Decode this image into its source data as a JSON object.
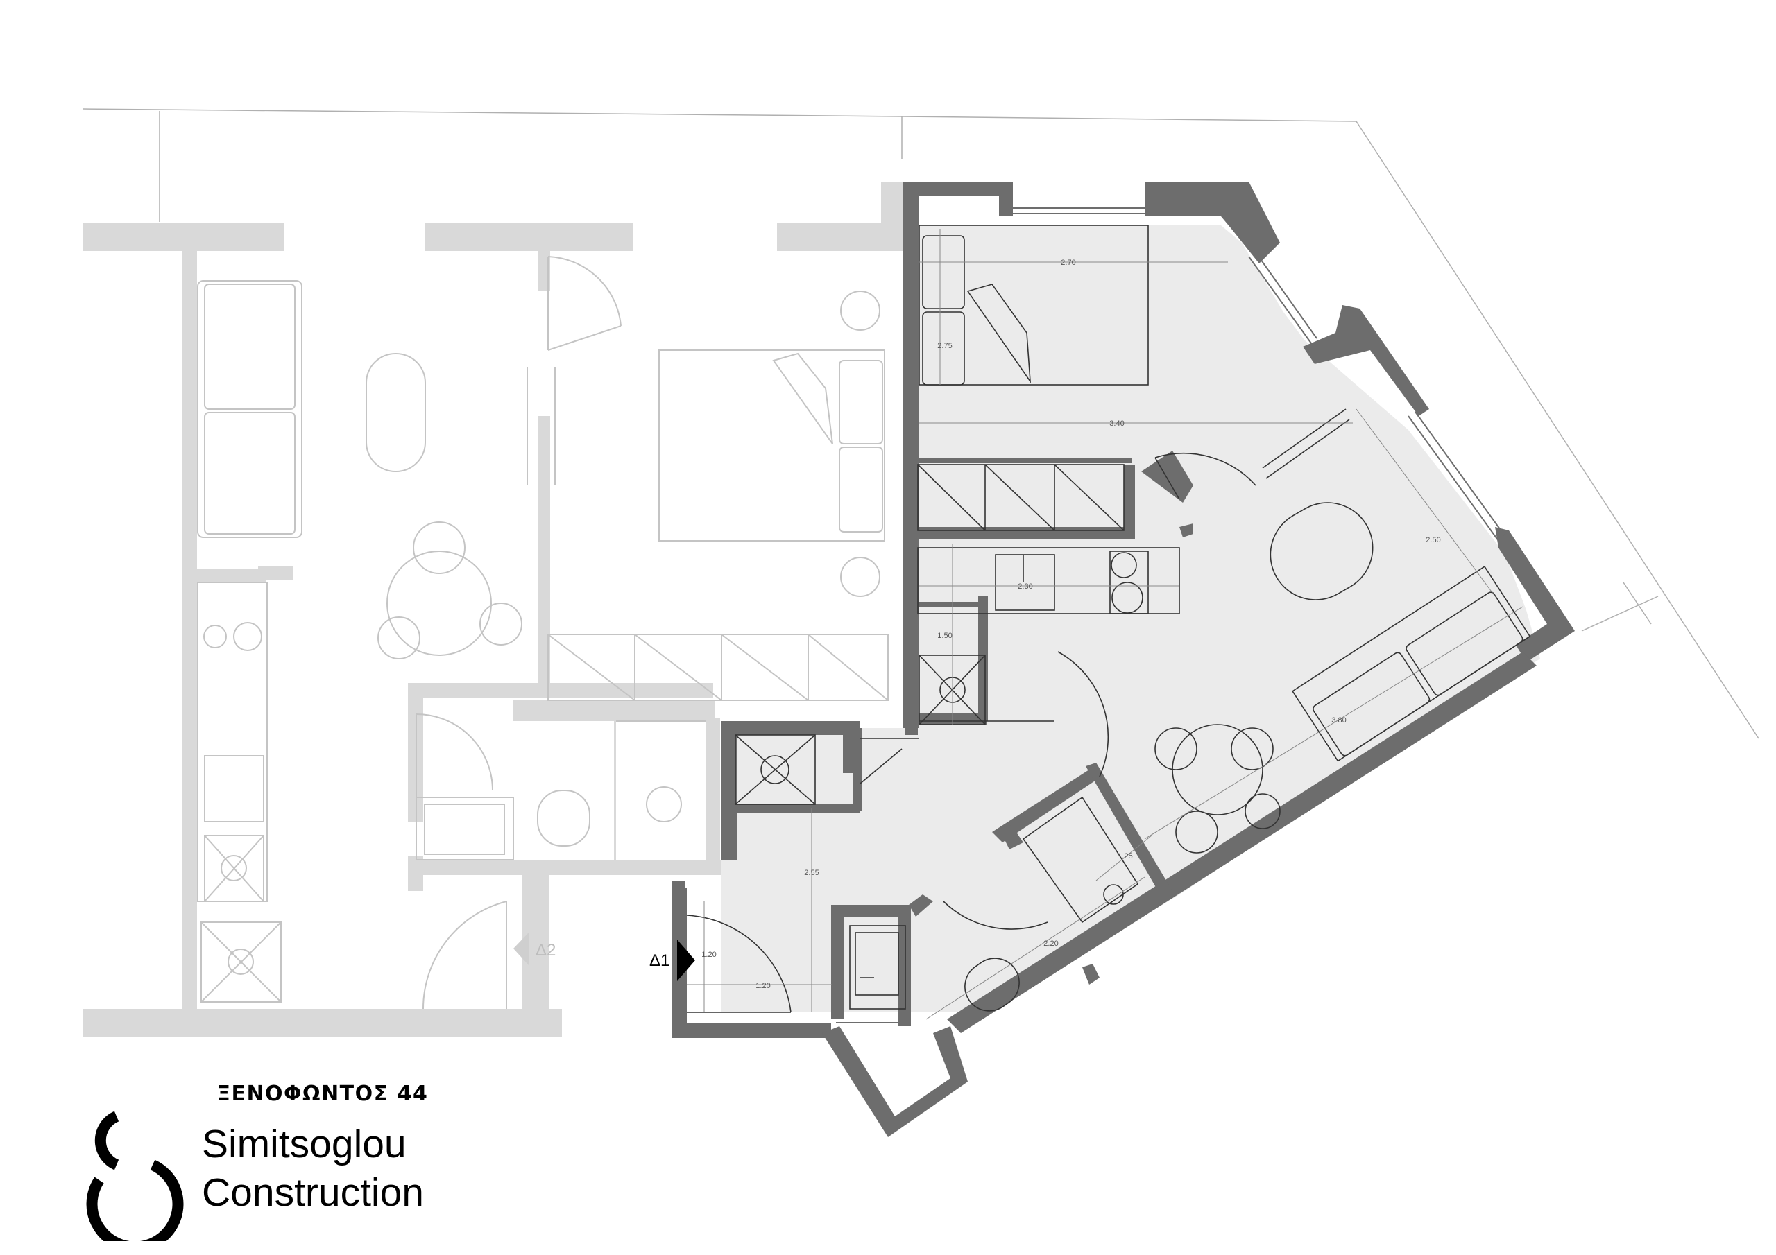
{
  "project": {
    "title": "ΞΕΝΟΦΩΝΤΟΣ 44"
  },
  "company": {
    "line1": "Simitsoglou",
    "line2": "Construction"
  },
  "markers": {
    "entrance_1": "Δ1",
    "entrance_2": "Δ2"
  },
  "dimensions": {
    "bedroom_width": "2.70",
    "bedroom_depth": "2.75",
    "corridor_length": "3.40",
    "kitchen_length": "2.30",
    "shaft_height": "1.50",
    "living_diagonal": "2.50",
    "living_length": "3.80",
    "bath_width": "1.25",
    "bath_length": "2.20",
    "hall_length": "2.55",
    "entry_depth": "1.20",
    "entry_width": "1.20"
  },
  "colors": {
    "wall": "#6d6d6d",
    "floor": "#ebebeb",
    "neighbour": "#d9d9d9",
    "line": "#b8b8b8"
  }
}
